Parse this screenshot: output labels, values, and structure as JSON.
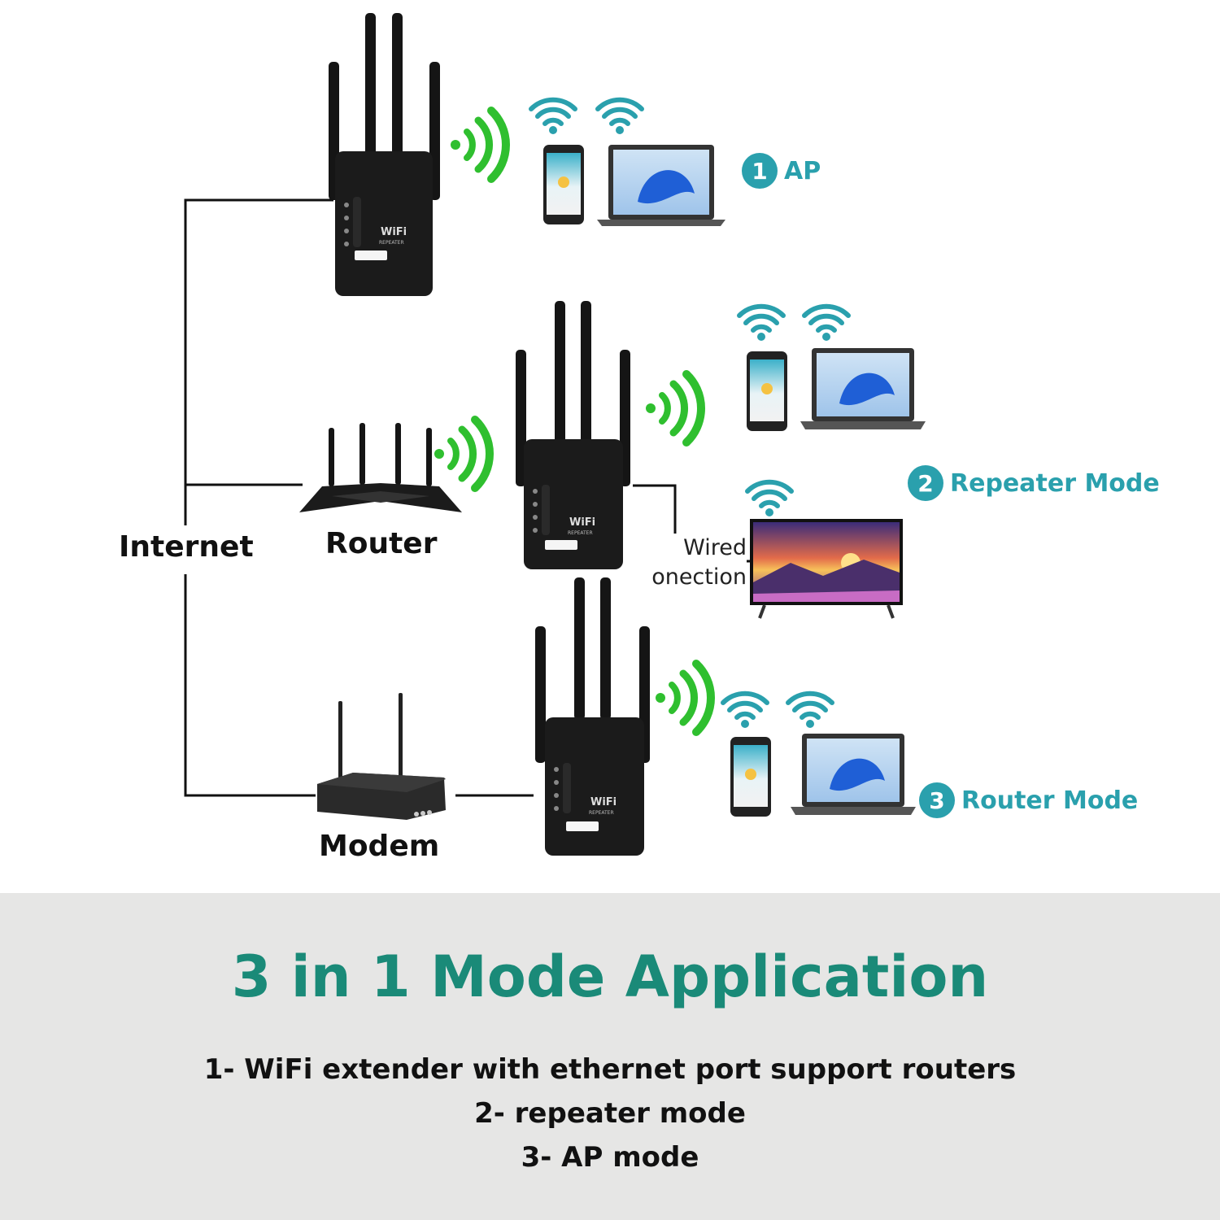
{
  "labels": {
    "internet": "Internet",
    "router": "Router",
    "modem": "Modem",
    "wired_connection_line1": "Wired",
    "wired_connection_line2": "onection"
  },
  "modes": [
    {
      "number": "1",
      "name": "AP"
    },
    {
      "number": "2",
      "name": "Repeater Mode"
    },
    {
      "number": "3",
      "name": "Router Mode"
    }
  ],
  "device_text": {
    "wifi": "WiFi",
    "repeater": "REPEATER"
  },
  "footer": {
    "headline": "3 in 1 Mode Application",
    "lines": [
      "1- WiFi extender with ethernet port support routers",
      "2- repeater mode",
      "3- AP mode"
    ]
  },
  "colors": {
    "teal_accent": "#2aa0ad",
    "headline_green": "#1a8a78",
    "signal_green": "#2fbf2f",
    "device_black": "#151515",
    "panel_gray": "#e6e6e5"
  }
}
